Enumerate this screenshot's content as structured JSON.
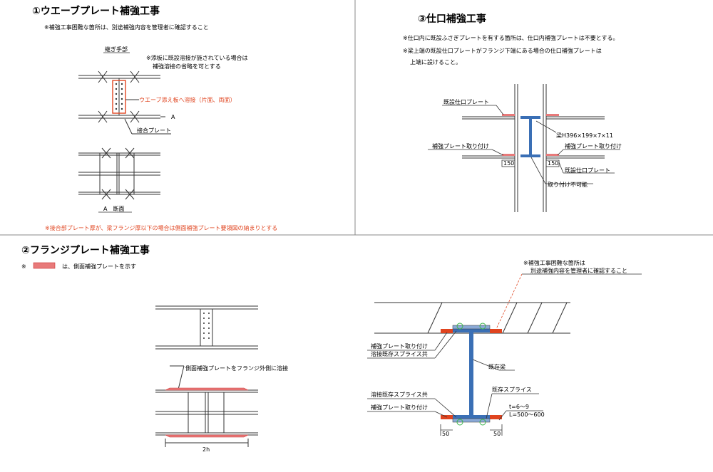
{
  "sections": {
    "s1": {
      "title": "①ウエーブプレート補強工事",
      "note": "※補強工事困難な箇所は、別途補強内容を管理者に確認すること",
      "joint_label": "継ぎ手部",
      "weld_note1": "※添板に既設溶接が施されている場合は",
      "weld_note2": "補強溶接の省略を可とする",
      "weld_label": "ウエーブ添え板へ溶接（片面、両面）",
      "mark_a": "A",
      "splice_label": "接合プレート",
      "section_label": "A　断面",
      "bottom_note": "※接合部プレート厚が、梁フランジ厚以下の場合は側面補強プレート要領図の納まりとする"
    },
    "s2": {
      "title": "②フランジプレート補強工事",
      "legend_mark": "※",
      "legend_text": "は、側面補強プレートを示す",
      "weld_label": "側面補強プレートをフランジ外側に溶接",
      "dim_2h": "2h",
      "note1": "※補強工事困難な箇所は",
      "note2": "別途補強内容を管理者に確認すること",
      "top_plate_label": "補強プレート取り付け",
      "top_weld_label": "溶接既存スプライス共",
      "beam_label": "既存梁",
      "splice_label": "既存スプライス",
      "bot_weld_label": "溶接既存スプライス共",
      "bot_plate_label": "補強プレート取り付け",
      "thickness": "t=6～9",
      "length": "L=500～600",
      "dim_left": "50",
      "dim_right": "50"
    },
    "s3": {
      "title": "③仕口補強工事",
      "note1": "※仕口内に既設ふさぎプレートを有する箇所は、仕口内補強プレートは不要とする。",
      "note2": "※梁上端の既設仕口プレートがフランジ下端にある場合の仕口補強プレートは",
      "note3": "上端に設けること。",
      "existing_plate_top": "既設仕口プレート",
      "beam_spec": "梁H396×199×7×11",
      "plate_left": "補強プレート取り付け",
      "plate_right": "補強プレート取り付け",
      "dim_left": "150",
      "dim_right": "150",
      "existing_plate_bottom": "既設仕口プレート",
      "not_possible": "取り付け不可能"
    }
  },
  "colors": {
    "accent_red": "#e0441f",
    "plate_red": "#e87a7a",
    "beam_blue": "#3a6fb5",
    "line": "#333333"
  }
}
